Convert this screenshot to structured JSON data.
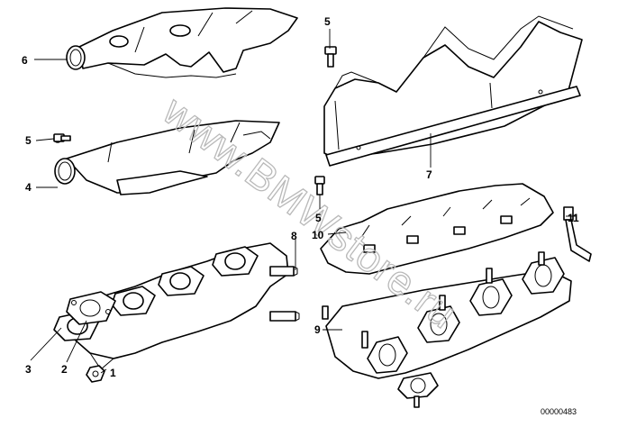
{
  "watermark": "www.BMWstore.ru",
  "reference_number": "00000483",
  "callouts": [
    {
      "id": "1",
      "text": "1"
    },
    {
      "id": "2",
      "text": "2"
    },
    {
      "id": "3",
      "text": "3"
    },
    {
      "id": "4",
      "text": "4"
    },
    {
      "id": "5a",
      "text": "5"
    },
    {
      "id": "5b",
      "text": "5"
    },
    {
      "id": "5c",
      "text": "5"
    },
    {
      "id": "6",
      "text": "6"
    },
    {
      "id": "7",
      "text": "7"
    },
    {
      "id": "8",
      "text": "8"
    },
    {
      "id": "9",
      "text": "9"
    },
    {
      "id": "10",
      "text": "10"
    },
    {
      "id": "11",
      "text": "11"
    }
  ]
}
